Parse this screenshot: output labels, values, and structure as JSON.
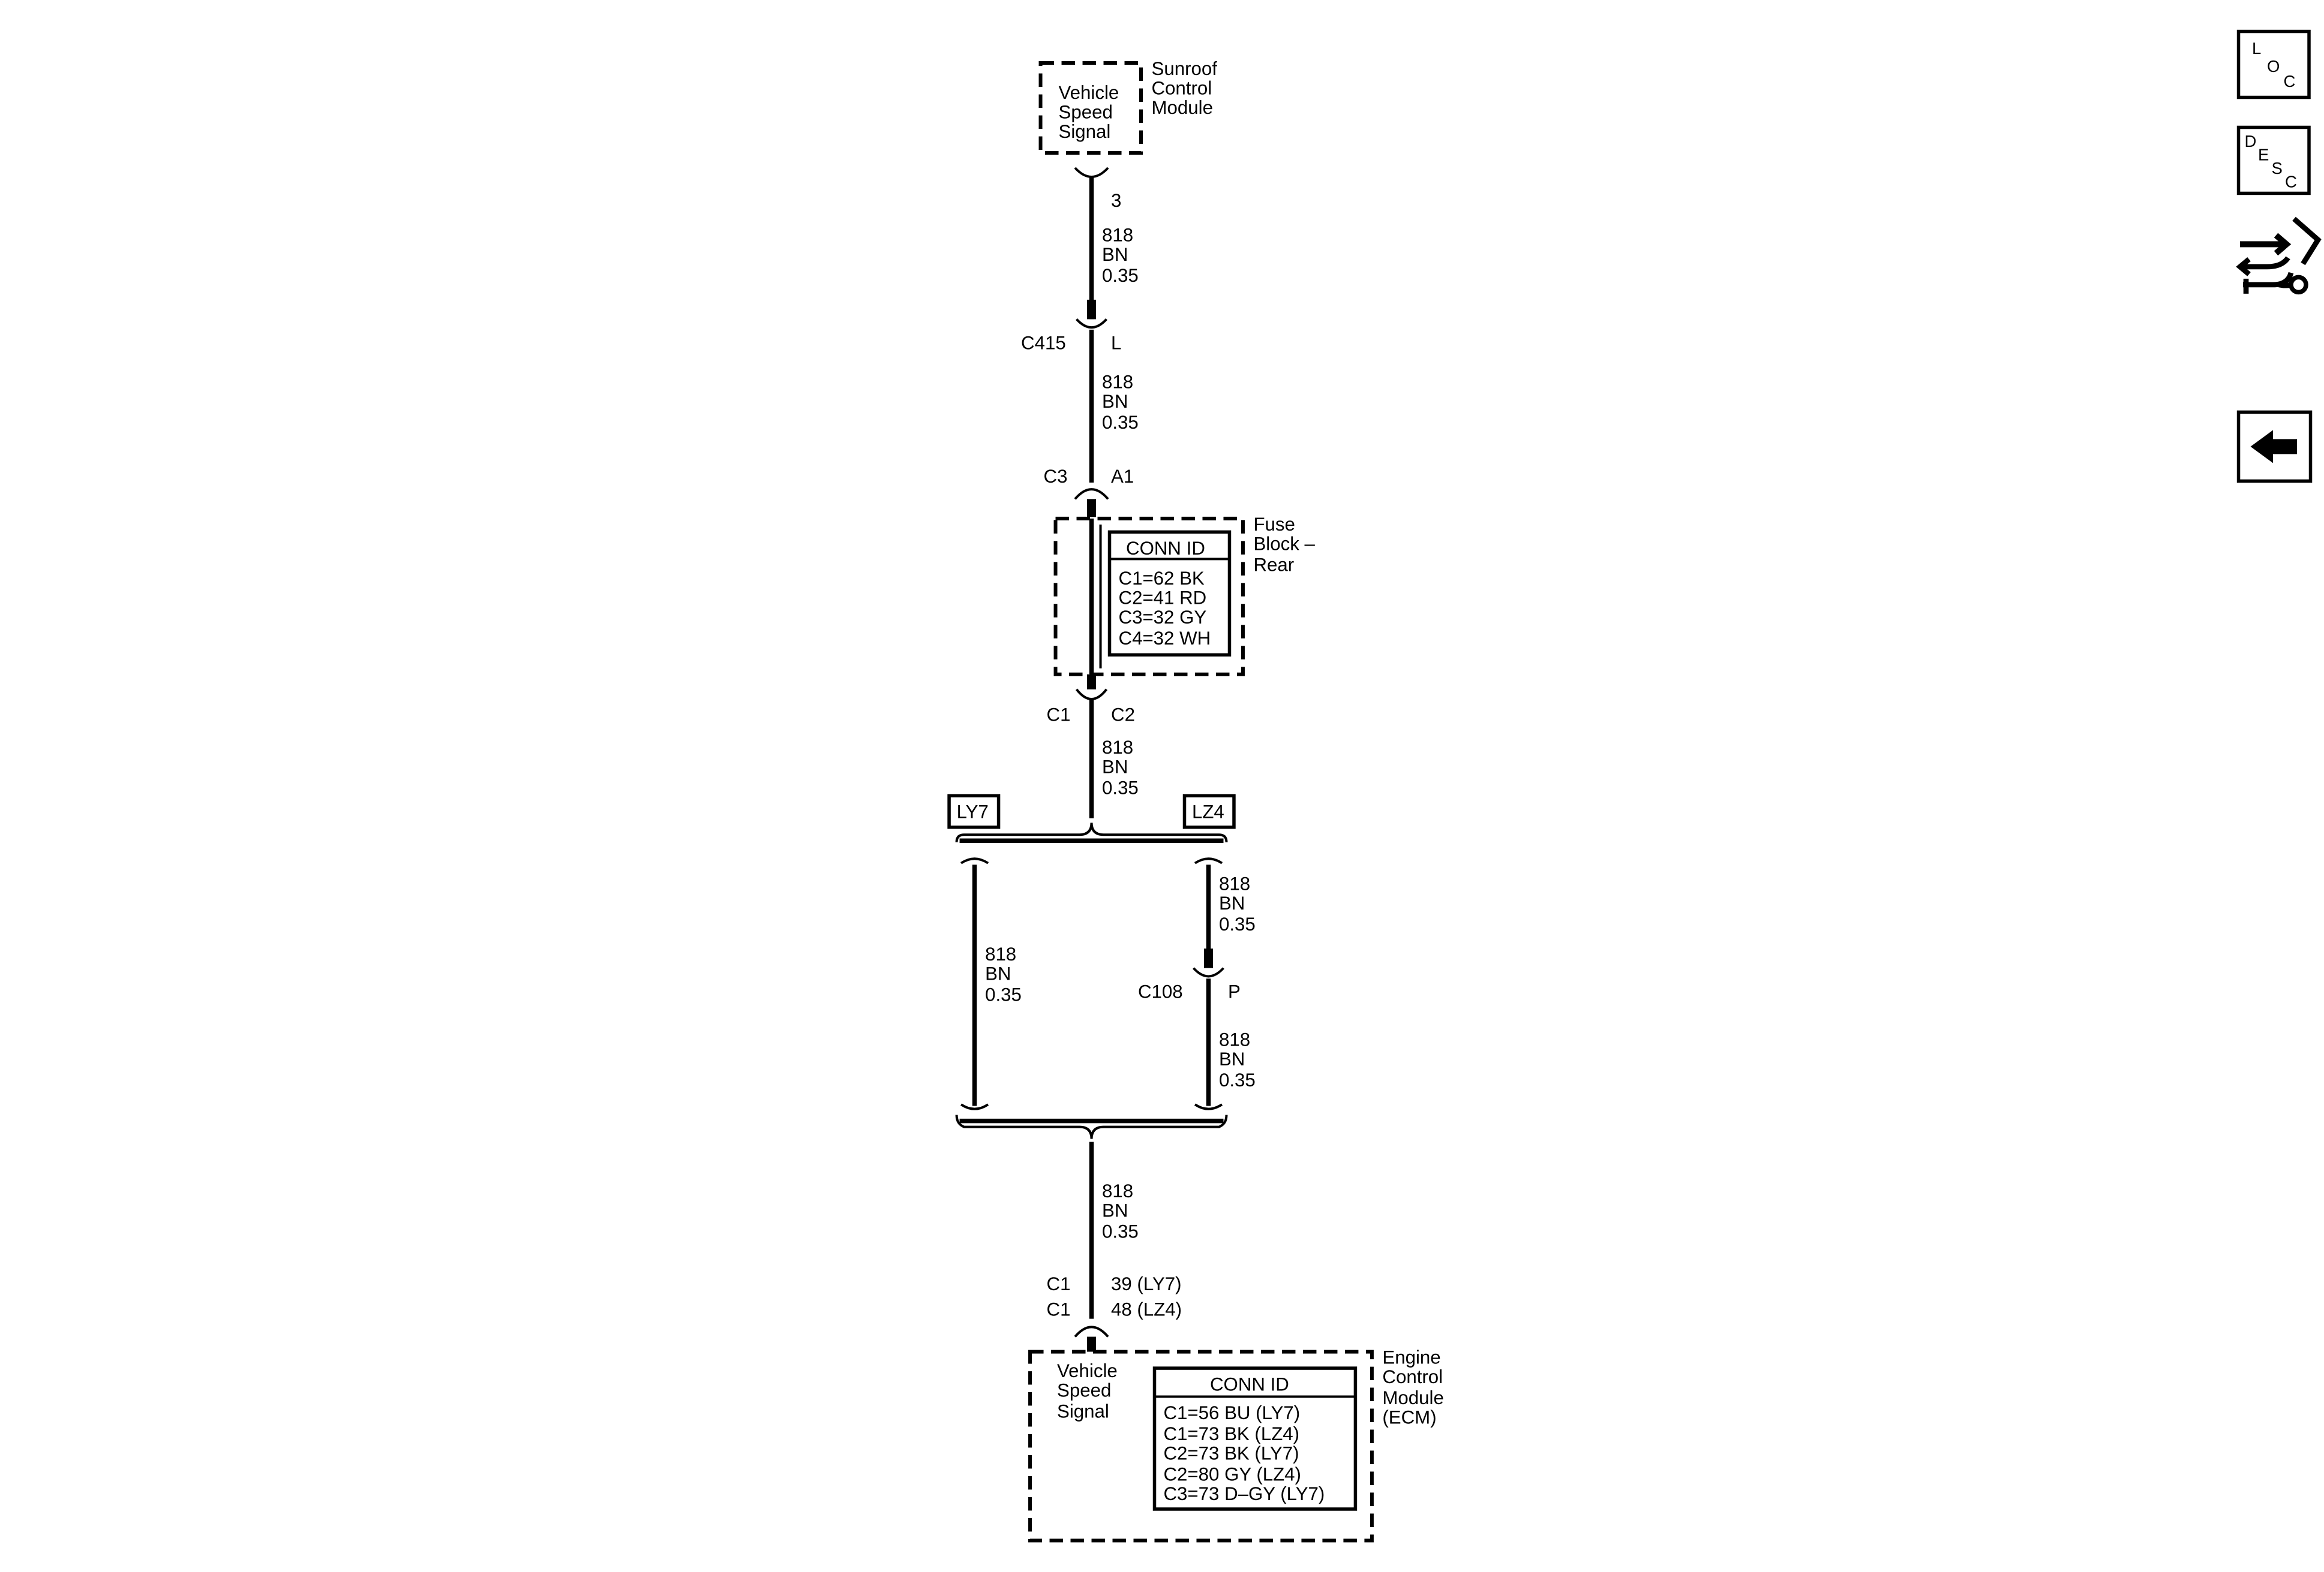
{
  "modules": {
    "sunroof": {
      "name": [
        "Sunroof",
        "Control",
        "Module"
      ],
      "signal": [
        "Vehicle",
        "Speed",
        "Signal"
      ],
      "pin": "3"
    },
    "fuse_block": {
      "name": [
        "Fuse",
        "Block –",
        "Rear"
      ],
      "conn_title": "CONN ID",
      "conn_rows": [
        "C1=62 BK",
        "C2=41 RD",
        "C3=32 GY",
        "C4=32 WH"
      ]
    },
    "ecm": {
      "name": [
        "Engine",
        "Control",
        "Module",
        "(ECM)"
      ],
      "signal": [
        "Vehicle",
        "Speed",
        "Signal"
      ],
      "conn_title": "CONN ID",
      "conn_rows": [
        "C1=56 BU (LY7)",
        "C1=73 BK (LZ4)",
        "C2=73 BK (LY7)",
        "C2=80 GY (LZ4)",
        "C3=73 D–GY (LY7)"
      ]
    }
  },
  "wire": {
    "circuit": "818",
    "color": "BN",
    "gauge": "0.35"
  },
  "connectors": {
    "c415": {
      "id": "C415",
      "pin": "L"
    },
    "fuse_in": {
      "id": "C3",
      "pin": "A1"
    },
    "fuse_out": {
      "id": "C1",
      "pin": "C2"
    },
    "c108": {
      "id": "C108",
      "pin": "P"
    },
    "ecm_1": {
      "id": "C1",
      "pin": "39 (LY7)"
    },
    "ecm_2": {
      "id": "C1",
      "pin": "48 (LZ4)"
    }
  },
  "options": {
    "left": "LY7",
    "right": "LZ4"
  },
  "nav": {
    "loc": [
      "L",
      "O",
      "C"
    ],
    "desc": [
      "D",
      "E",
      "S",
      "C"
    ]
  }
}
